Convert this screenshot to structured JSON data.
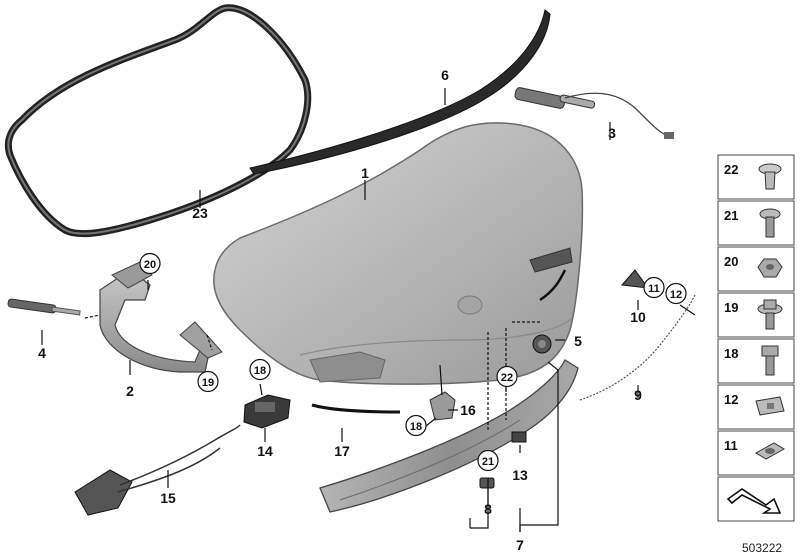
{
  "diagram": {
    "reference_number": "503222",
    "callouts": [
      {
        "id": "c1",
        "label": "1"
      },
      {
        "id": "c2",
        "label": "2"
      },
      {
        "id": "c3",
        "label": "3"
      },
      {
        "id": "c4",
        "label": "4"
      },
      {
        "id": "c5",
        "label": "5"
      },
      {
        "id": "c6",
        "label": "6"
      },
      {
        "id": "c7",
        "label": "7"
      },
      {
        "id": "c8",
        "label": "8"
      },
      {
        "id": "c9",
        "label": "9"
      },
      {
        "id": "c10",
        "label": "10"
      },
      {
        "id": "c11",
        "label": "11"
      },
      {
        "id": "c12",
        "label": "12"
      },
      {
        "id": "c13",
        "label": "13"
      },
      {
        "id": "c14",
        "label": "14"
      },
      {
        "id": "c15",
        "label": "15"
      },
      {
        "id": "c16",
        "label": "16"
      },
      {
        "id": "c17",
        "label": "17"
      },
      {
        "id": "c18a",
        "label": "18"
      },
      {
        "id": "c18b",
        "label": "18"
      },
      {
        "id": "c19",
        "label": "19"
      },
      {
        "id": "c20",
        "label": "20"
      },
      {
        "id": "c21",
        "label": "21"
      },
      {
        "id": "c22",
        "label": "22"
      },
      {
        "id": "c23",
        "label": "23"
      }
    ],
    "legend": [
      {
        "label": "22",
        "icon": "plastic-rivet-icon"
      },
      {
        "label": "21",
        "icon": "torx-screw-icon"
      },
      {
        "label": "20",
        "icon": "hex-nut-icon"
      },
      {
        "label": "19",
        "icon": "flange-bolt-icon"
      },
      {
        "label": "18",
        "icon": "hex-bolt-icon"
      },
      {
        "label": "12",
        "icon": "spring-clip-icon"
      },
      {
        "label": "11",
        "icon": "cage-nut-icon"
      }
    ]
  }
}
